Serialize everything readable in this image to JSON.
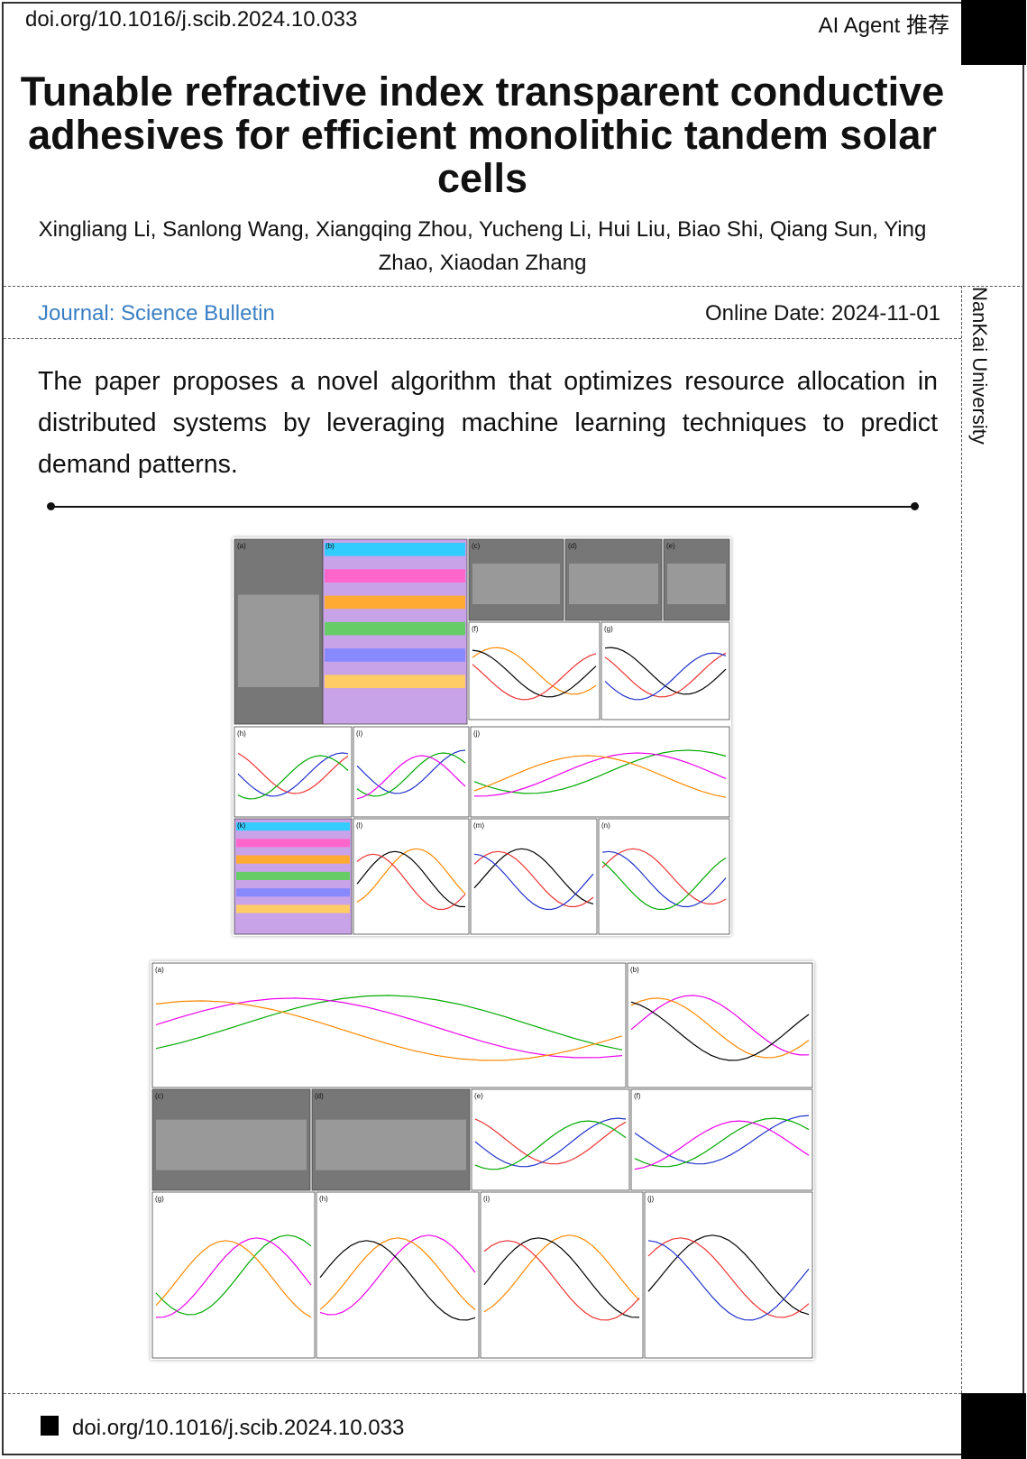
{
  "header": {
    "doi": "doi.org/10.1016/j.scib.2024.10.033",
    "badge": "AI Agent 推荐"
  },
  "paper": {
    "title": "Tunable refractive index transparent conductive adhesives for efficient monolithic tandem solar cells",
    "authors": "Xingliang Li, Sanlong Wang, Xiangqing Zhou, Yucheng Li, Hui Liu, Biao Shi, Qiang Sun, Ying Zhao, Xiaodan Zhang",
    "journal": "Journal: Science Bulletin",
    "online_date": "Online Date: 2024-11-01",
    "affiliation": "NanKai University",
    "summary": "The paper proposes a novel algorithm that optimizes resource allocation in distributed systems by leveraging machine learning techniques to predict demand patterns."
  },
  "figure1": {
    "panels": [
      "(a)",
      "(b)",
      "(c)",
      "(d)",
      "(e)",
      "(f)",
      "(g)",
      "(h)",
      "(i)",
      "(j)",
      "(k)",
      "(l)",
      "(m)",
      "(n)"
    ]
  },
  "figure2": {
    "panels": [
      "(a)",
      "(b)",
      "(c)",
      "(d)",
      "(e)",
      "(f)",
      "(g)",
      "(h)",
      "(i)",
      "(j)"
    ]
  },
  "footer": {
    "doi": "doi.org/10.1016/j.scib.2024.10.033"
  }
}
